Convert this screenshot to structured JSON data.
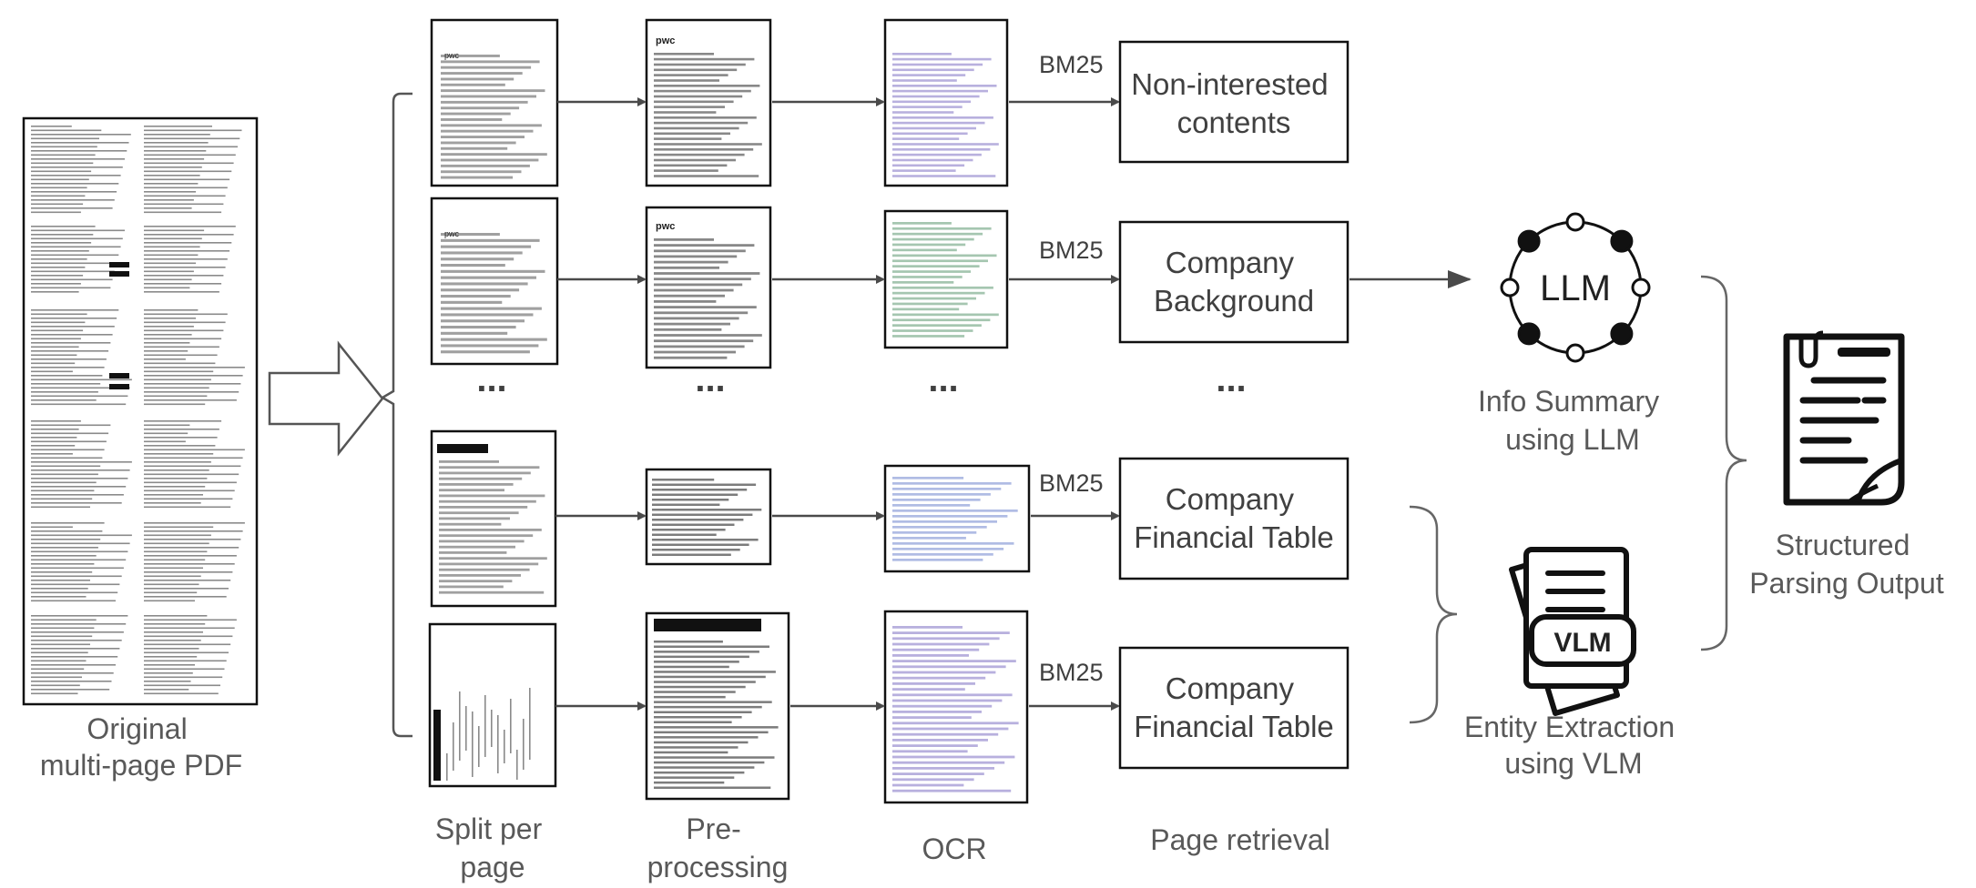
{
  "labels": {
    "original_pdf": [
      "Original",
      "multi-page PDF"
    ],
    "split_per_page": [
      "Split per",
      "page"
    ],
    "preprocessing": [
      "Pre-",
      "processing"
    ],
    "ocr": "OCR",
    "page_retrieval": "Page retrieval",
    "info_summary": [
      "Info Summary",
      "using LLM"
    ],
    "entity_extraction": [
      "Entity Extraction",
      "using VLM"
    ],
    "structured_output": [
      "Structured",
      "Parsing Output"
    ]
  },
  "retrieval_method": "BM25",
  "rows": [
    {
      "category": [
        "Non-interested",
        "contents"
      ]
    },
    {
      "category": [
        "Company",
        "Background"
      ]
    },
    {
      "category": [
        "Company",
        "Financial Table"
      ]
    },
    {
      "category": [
        "Company",
        "Financial Table"
      ]
    }
  ],
  "ellipsis": "...",
  "llm_icon_text": "LLM",
  "vlm_icon_text": "VLM"
}
